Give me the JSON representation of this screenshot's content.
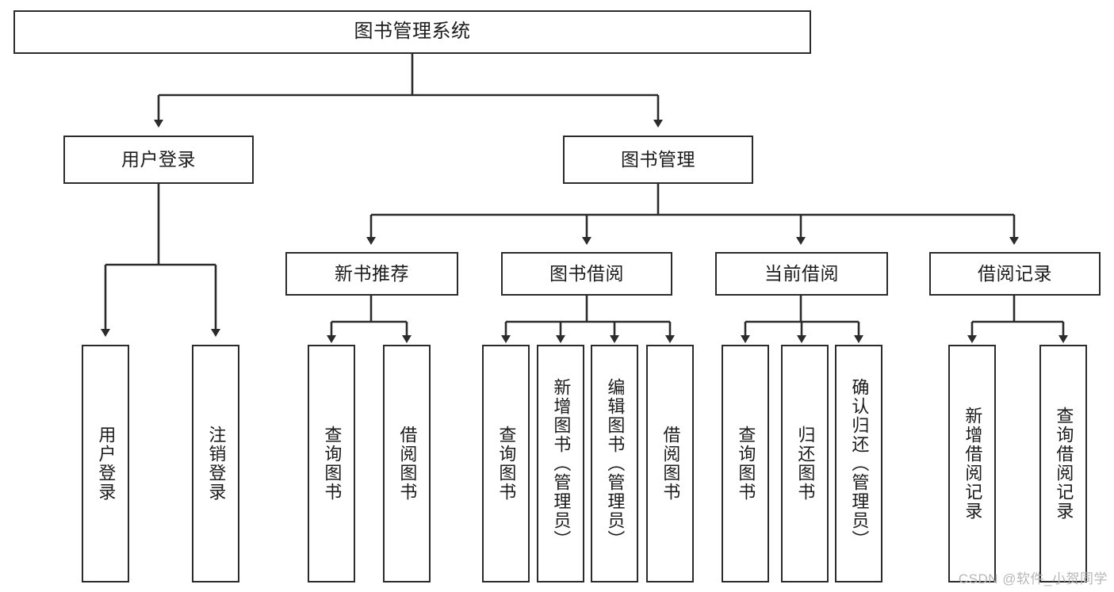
{
  "diagram": {
    "title": "图书管理系统",
    "type": "tree-hierarchy",
    "watermark": "CSDN @软件_小贺同学",
    "colors": {
      "stroke": "#2b2b2b",
      "fill": "#ffffff",
      "text": "#1b1b1b",
      "watermark": "#b7b7b7"
    },
    "levels": {
      "root": {
        "label": "图书管理系统"
      },
      "level2": [
        {
          "id": "user-login",
          "label": "用户登录"
        },
        {
          "id": "book-manage",
          "label": "图书管理"
        }
      ],
      "level3": [
        {
          "id": "new-book-recommend",
          "label": "新书推荐"
        },
        {
          "id": "book-borrow",
          "label": "图书借阅"
        },
        {
          "id": "current-borrow",
          "label": "当前借阅"
        },
        {
          "id": "borrow-record",
          "label": "借阅记录"
        }
      ],
      "leaves": {
        "user-login": [
          {
            "id": "leaf-user-login",
            "label": "用户登录"
          },
          {
            "id": "leaf-logout-login",
            "label": "注销登录"
          }
        ],
        "new-book-recommend": [
          {
            "id": "leaf-query-book-1",
            "label": "查询图书"
          },
          {
            "id": "leaf-borrow-book-1",
            "label": "借阅图书"
          }
        ],
        "book-borrow": [
          {
            "id": "leaf-query-book-2",
            "label": "查询图书"
          },
          {
            "id": "leaf-add-book-admin",
            "label": "新增图书（管理员）"
          },
          {
            "id": "leaf-edit-book-admin",
            "label": "编辑图书（管理员）"
          },
          {
            "id": "leaf-borrow-book-2",
            "label": "借阅图书"
          }
        ],
        "current-borrow": [
          {
            "id": "leaf-query-book-3",
            "label": "查询图书"
          },
          {
            "id": "leaf-return-book",
            "label": "归还图书"
          },
          {
            "id": "leaf-confirm-return-admin",
            "label": "确认归还（管理员）"
          }
        ],
        "borrow-record": [
          {
            "id": "leaf-add-borrow-record",
            "label": "新增借阅记录"
          },
          {
            "id": "leaf-query-borrow-record",
            "label": "查询借阅记录"
          }
        ]
      }
    }
  }
}
